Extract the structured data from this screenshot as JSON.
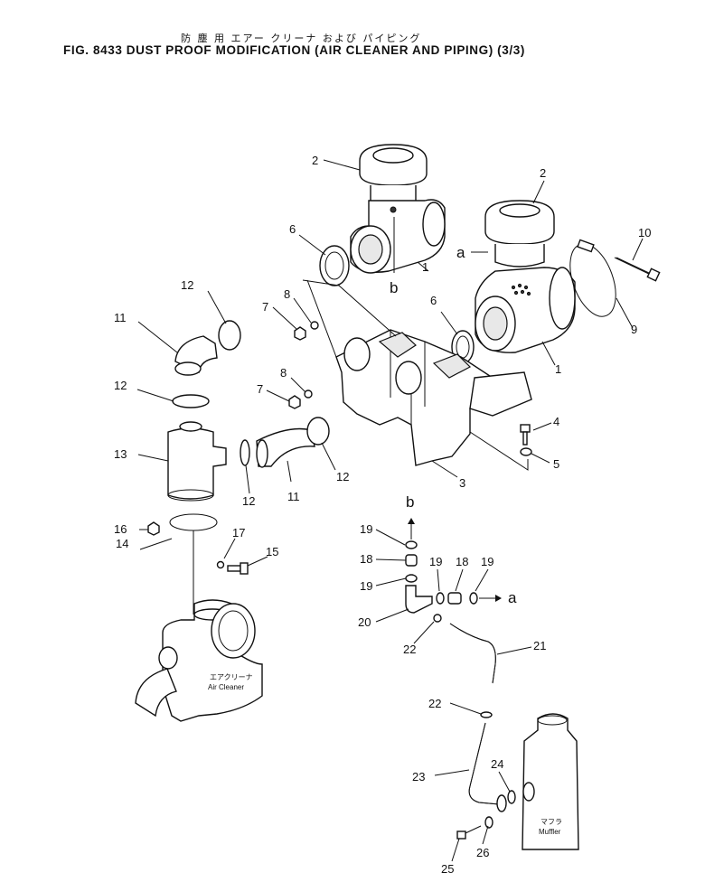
{
  "title": {
    "jp": "防 塵 用 エアー クリーナ および パイピング",
    "en": "FIG. 8433  DUST PROOF MODIFICATION (AIR CLEANER AND PIPING) (3/3)"
  },
  "callouts": [
    "1",
    "1",
    "2",
    "2",
    "3",
    "4",
    "5",
    "6",
    "6",
    "7",
    "7",
    "8",
    "8",
    "9",
    "10",
    "11",
    "11",
    "12",
    "12",
    "12",
    "12",
    "13",
    "14",
    "15",
    "16",
    "17",
    "18",
    "18",
    "19",
    "19",
    "19",
    "19",
    "20",
    "21",
    "22",
    "22",
    "23",
    "24",
    "25",
    "26"
  ],
  "markers": {
    "a1": "a",
    "a2": "a",
    "b1": "b",
    "b2": "b"
  },
  "captions": {
    "air_cleaner_jp": "エアクリーナ",
    "air_cleaner_en": "Air Cleaner",
    "muffler_jp": "マフラ",
    "muffler_en": "Muffler"
  }
}
